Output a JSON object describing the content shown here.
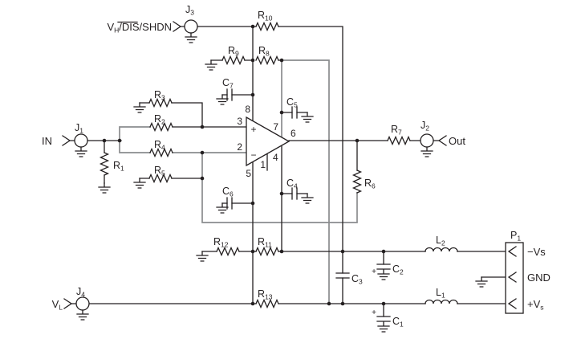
{
  "diagram": {
    "type": "analog-evaluation-board-schematic",
    "ports": {
      "in": "IN",
      "out": "Out",
      "vh": {
        "base": "V",
        "sub": "H",
        "sep1": "/",
        "dis": "DIS",
        "sep2": "/SHDN"
      },
      "vl": {
        "base": "V",
        "sub": "L"
      }
    },
    "connectors": {
      "j1": {
        "base": "J",
        "sub": "1"
      },
      "j2": {
        "base": "J",
        "sub": "2"
      },
      "j3": {
        "base": "J",
        "sub": "3"
      },
      "j4": {
        "base": "J",
        "sub": "4"
      },
      "p1": {
        "base": "P",
        "sub": "1"
      }
    },
    "p1_pins": {
      "neg": "−Vs",
      "gnd": "GND",
      "pos_base": "+V",
      "pos_sub": "s"
    },
    "resistors": {
      "r1": {
        "base": "R",
        "sub": "1"
      },
      "r2": {
        "base": "R",
        "sub": "2"
      },
      "r3": {
        "base": "R",
        "sub": "3"
      },
      "r4": {
        "base": "R",
        "sub": "4"
      },
      "r5": {
        "base": "R",
        "sub": "5"
      },
      "r6": {
        "base": "R",
        "sub": "6"
      },
      "r7": {
        "base": "R",
        "sub": "7"
      },
      "r8": {
        "base": "R",
        "sub": "8"
      },
      "r9": {
        "base": "R",
        "sub": "9"
      },
      "r10": {
        "base": "R",
        "sub": "10"
      },
      "r11": {
        "base": "R",
        "sub": "11"
      },
      "r12": {
        "base": "R",
        "sub": "12"
      },
      "r13": {
        "base": "R",
        "sub": "13"
      }
    },
    "capacitors": {
      "c1": {
        "base": "C",
        "sub": "1",
        "polarity": "+"
      },
      "c2": {
        "base": "C",
        "sub": "2",
        "polarity": "+"
      },
      "c3": {
        "base": "C",
        "sub": "3"
      },
      "c4": {
        "base": "C",
        "sub": "4"
      },
      "c5": {
        "base": "C",
        "sub": "5"
      },
      "c6": {
        "base": "C",
        "sub": "6"
      },
      "c7": {
        "base": "C",
        "sub": "7"
      }
    },
    "inductors": {
      "l1": {
        "base": "L",
        "sub": "1"
      },
      "l2": {
        "base": "L",
        "sub": "2"
      }
    },
    "opamp": {
      "pins": {
        "p1": "1",
        "p2": "2",
        "p3": "3",
        "p4": "4",
        "p5": "5",
        "p6": "6",
        "p7": "7",
        "p8": "8"
      },
      "noninverting": "+",
      "inverting": "−"
    },
    "colors": {
      "wire": "#231f20",
      "wire_secondary": "#8a8c8e",
      "background": "#ffffff"
    }
  }
}
